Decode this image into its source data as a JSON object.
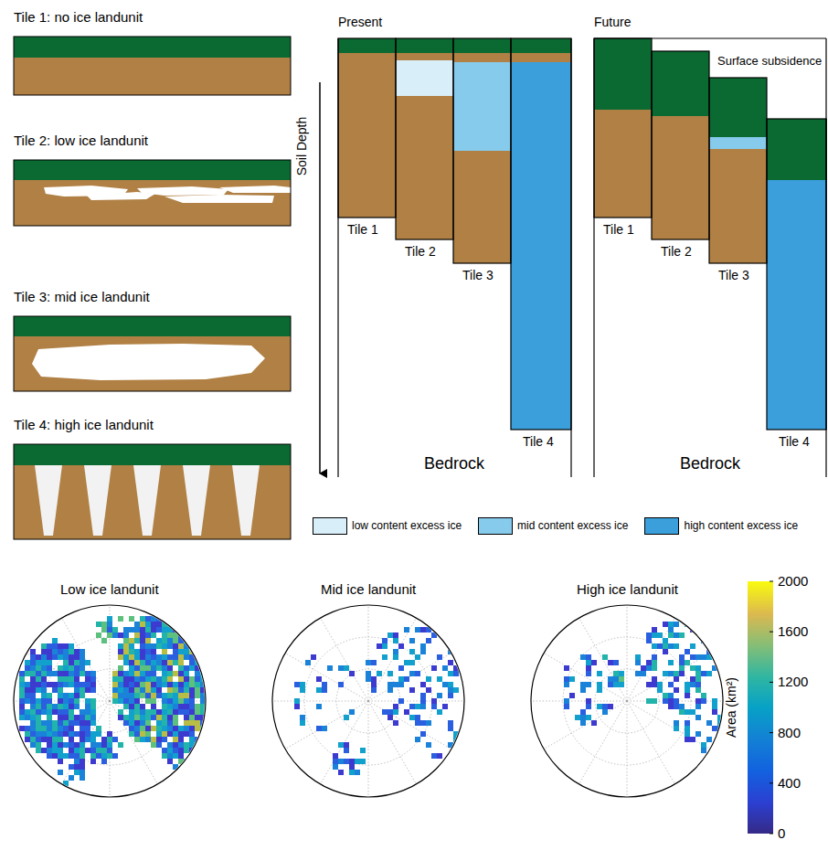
{
  "diagram": {
    "nodes": [
      {
        "text": [
          "Tile 1: no ice landunit"
        ]
      },
      {
        "text": [
          "Tile 2: low ice landunit"
        ]
      },
      {
        "text": [
          "Tile 3: mid ice landunit"
        ]
      },
      {
        "text": [
          "Tile 4: high ice landunit"
        ]
      },
      {
        "text": [
          "Low ice landunit"
        ]
      },
      {
        "text": [
          "Mid ice landunit"
        ]
      },
      {
        "text": [
          "High ice landunit"
        ]
      }
    ],
    "labels": [
      "Present",
      "Future",
      "Soil Depth",
      "Tile 1",
      "Tile 2",
      "Tile 3",
      "Tile 4",
      "Bedrock",
      "Surface subsidence",
      "Tile 1",
      "Tile 2",
      "Tile 3",
      "Tile 4",
      "Bedrock",
      "2000",
      "1600",
      "1200",
      "800",
      "400",
      "0",
      "Area (km²)"
    ],
    "legend": [
      {
        "text": "low content excess ice",
        "color": "#d8eef9"
      },
      {
        "text": "mid content excess ice",
        "color": "#86caec"
      },
      {
        "text": "high content excess ice",
        "color": "#3a9fdb"
      }
    ]
  }
}
